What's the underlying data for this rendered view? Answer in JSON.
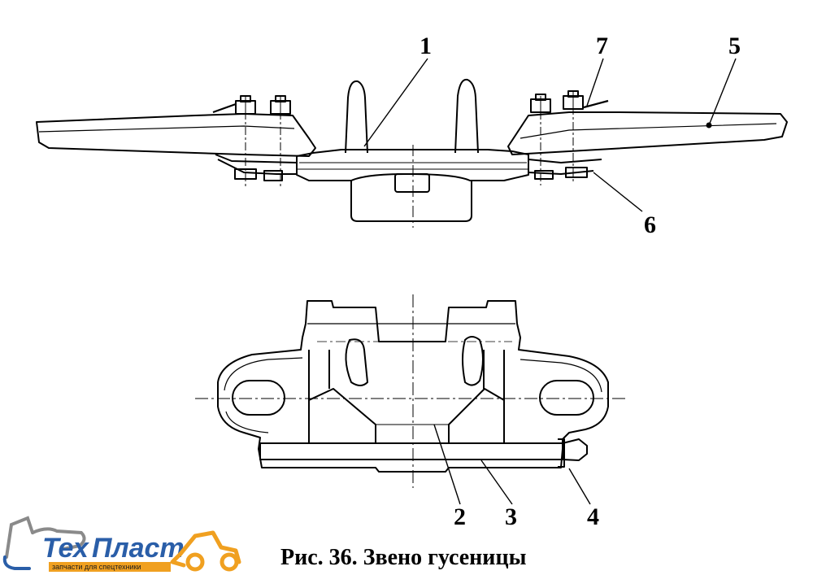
{
  "figure": {
    "caption": "Рис. 36. Звено гусеницы"
  },
  "callouts": {
    "c1": "1",
    "c2": "2",
    "c3": "3",
    "c4": "4",
    "c5": "5",
    "c6": "6",
    "c7": "7"
  },
  "logo": {
    "name_part1": "Тех",
    "name_part2": "Пласт",
    "tagline": "запчасти для спецтехники",
    "colors": {
      "blue": "#2a5ea8",
      "orange": "#f0a020",
      "grey": "#8a8a8a"
    }
  }
}
